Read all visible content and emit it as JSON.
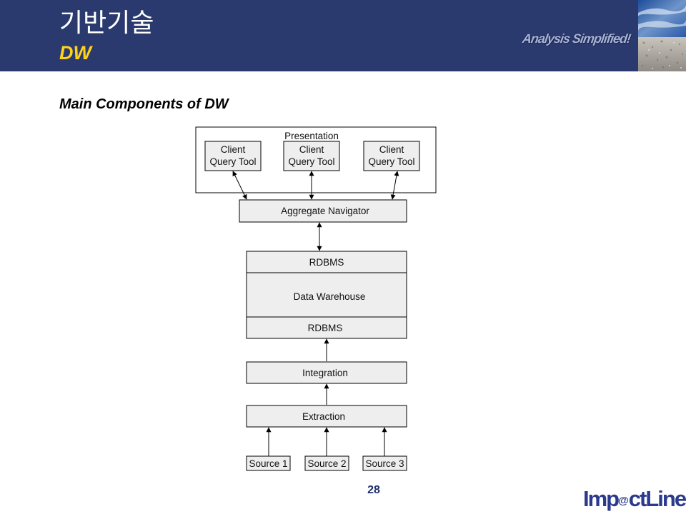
{
  "header": {
    "title": "기반기술",
    "subtitle": "DW",
    "tagline": "Analysis Simplified!",
    "accent_color": "#2b3a6e",
    "subtitle_color": "#ffd21a"
  },
  "section_title": "Main Components of DW",
  "diagram": {
    "presentation": {
      "label": "Presentation",
      "tools": [
        {
          "line1": "Client",
          "line2": "Query Tool"
        },
        {
          "line1": "Client",
          "line2": "Query Tool"
        },
        {
          "line1": "Client",
          "line2": "Query Tool"
        }
      ]
    },
    "aggregate_navigator": "Aggregate Navigator",
    "warehouse": {
      "top_label": "RDBMS",
      "center_label": "Data Warehouse",
      "bottom_label": "RDBMS"
    },
    "integration": "Integration",
    "extraction": "Extraction",
    "sources": [
      "Source 1",
      "Source 2",
      "Source 3"
    ]
  },
  "footer": {
    "page_number": "28",
    "logo": {
      "part1": "Imp",
      "at": "@",
      "part2": "ctLine"
    }
  }
}
